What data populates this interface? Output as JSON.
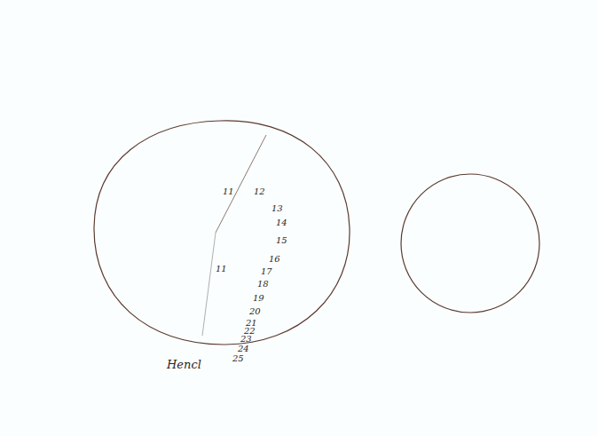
{
  "diagram": {
    "labels": [
      "11",
      "12",
      "13",
      "14",
      "15",
      "16",
      "17",
      "18",
      "19",
      "20",
      "21",
      "22",
      "23",
      "24",
      "25",
      "11",
      "Hencl"
    ]
  }
}
